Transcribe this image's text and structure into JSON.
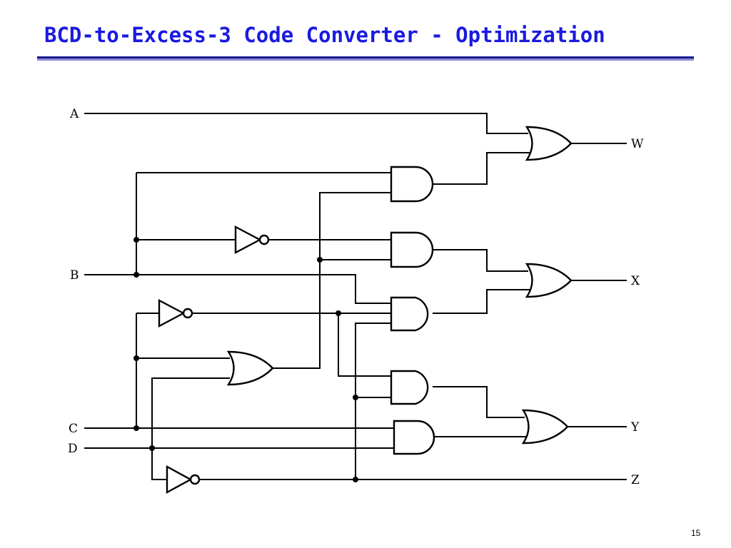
{
  "slide": {
    "title": "BCD-to-Excess-3 Code Converter - Optimization",
    "page_number": "15"
  },
  "diagram": {
    "inputs": [
      "A",
      "B",
      "C",
      "D"
    ],
    "outputs": [
      "W",
      "X",
      "Y",
      "Z"
    ],
    "gates": [
      {
        "id": "or-w",
        "type": "OR",
        "inputs": [
          "A",
          "and-1"
        ],
        "output": "W"
      },
      {
        "id": "and-1",
        "type": "AND",
        "inputs": [
          "B",
          "or-cd"
        ]
      },
      {
        "id": "and-2",
        "type": "AND",
        "inputs": [
          "not-b",
          "or-cd"
        ]
      },
      {
        "id": "and-3",
        "type": "AND",
        "inputs": [
          "B",
          "not-c",
          "not-d"
        ]
      },
      {
        "id": "or-x",
        "type": "OR",
        "inputs": [
          "and-2",
          "and-3"
        ],
        "output": "X"
      },
      {
        "id": "and-4",
        "type": "AND",
        "inputs": [
          "not-c",
          "not-d"
        ]
      },
      {
        "id": "and-5",
        "type": "AND",
        "inputs": [
          "C",
          "D"
        ]
      },
      {
        "id": "or-y",
        "type": "OR",
        "inputs": [
          "and-4",
          "and-5"
        ],
        "output": "Y"
      },
      {
        "id": "not-b",
        "type": "NOT",
        "inputs": [
          "B"
        ]
      },
      {
        "id": "not-c",
        "type": "NOT",
        "inputs": [
          "C"
        ]
      },
      {
        "id": "or-cd",
        "type": "OR",
        "inputs": [
          "C",
          "D"
        ]
      },
      {
        "id": "not-d",
        "type": "NOT",
        "inputs": [
          "D"
        ],
        "output": "Z"
      }
    ],
    "colors": {
      "title": "#1a1ae0",
      "rule": "#1a1a8c",
      "lines": "#000000"
    }
  }
}
